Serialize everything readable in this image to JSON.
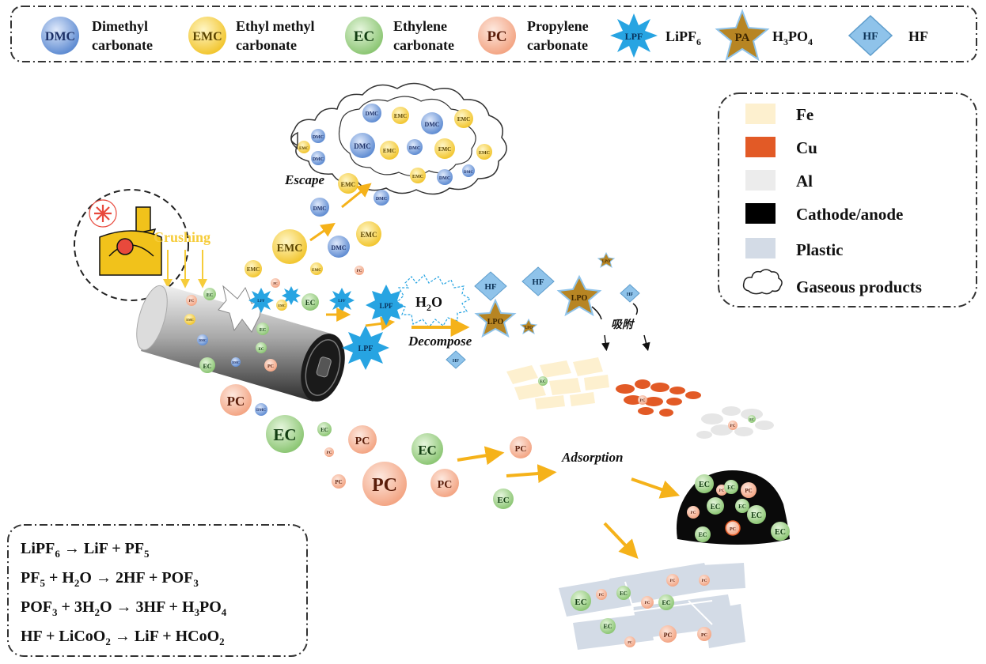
{
  "top_legend": {
    "items": [
      {
        "abbr": "DMC",
        "name_line1": "Dimethyl",
        "name_line2": "carbonate"
      },
      {
        "abbr": "EMC",
        "name_line1": "Ethyl methyl",
        "name_line2": "carbonate"
      },
      {
        "abbr": "EC",
        "name_line1": "Ethylene",
        "name_line2": "carbonate"
      },
      {
        "abbr": "PC",
        "name_line1": "Propylene",
        "name_line2": "carbonate"
      },
      {
        "abbr": "LPF",
        "name": "LiPF",
        "sub": "6"
      },
      {
        "abbr": "PA",
        "name_a": "H",
        "sub_a": "3",
        "name_b": "PO",
        "sub_b": "4"
      },
      {
        "abbr": "HF",
        "name": "HF"
      }
    ]
  },
  "right_legend": {
    "items": [
      {
        "label": "Fe",
        "color": "#fdf0cf"
      },
      {
        "label": "Cu",
        "color": "#e25a26"
      },
      {
        "label": "Al",
        "color": "#ececec"
      },
      {
        "label": "Cathode/anode",
        "color": "#000000"
      },
      {
        "label": "Plastic",
        "color": "#d3dbe6"
      },
      {
        "label": "Gaseous products",
        "color": "#ffffff"
      }
    ]
  },
  "equations": [
    {
      "parts": [
        [
          "LiPF",
          ""
        ],
        [
          "6",
          "sub"
        ],
        [
          " → LiF + PF",
          ""
        ],
        [
          "5",
          "sub"
        ]
      ]
    },
    {
      "parts": [
        [
          "PF",
          ""
        ],
        [
          "5",
          "sub"
        ],
        [
          " + H",
          ""
        ],
        [
          "2",
          "sub"
        ],
        [
          "O → 2HF + POF",
          ""
        ],
        [
          "3",
          "sub"
        ]
      ]
    },
    {
      "parts": [
        [
          "POF",
          ""
        ],
        [
          "3",
          "sub"
        ],
        [
          " + 3H",
          ""
        ],
        [
          "2",
          "sub"
        ],
        [
          "O → 3HF + H",
          ""
        ],
        [
          "3",
          "sub"
        ],
        [
          "PO",
          ""
        ],
        [
          "4",
          "sub"
        ]
      ]
    },
    {
      "parts": [
        [
          "HF + LiCoO",
          ""
        ],
        [
          "2",
          "sub"
        ],
        [
          " → LiF + HCoO",
          ""
        ],
        [
          "2",
          "sub"
        ]
      ]
    }
  ],
  "labels": {
    "crushing": "Crushing",
    "escape": "Escape",
    "decompose": "Decompose",
    "adsorption": "Adsorption",
    "adsorb_cn": "吸附",
    "water": "H",
    "water_sub": "2",
    "water_tail": "O",
    "molecules": {
      "dmc": "DMC",
      "emc": "EMC",
      "ec": "EC",
      "pc": "PC",
      "lpf": "LPF",
      "lpo": "LPO",
      "hf": "HF",
      "pa": "PA"
    }
  },
  "colors": {
    "dmc": "#6d97d6",
    "emc": "#f6d24a",
    "ec": "#9fd18b",
    "pc": "#f7b79a",
    "lpf": "#27a4e2",
    "pa": "#b78523",
    "hf": "#8fc3ea",
    "arrow": "#f5b21a",
    "fe": "#fdf0cf",
    "cu": "#e25a26",
    "al": "#ececec",
    "plastic": "#d3dbe6"
  }
}
